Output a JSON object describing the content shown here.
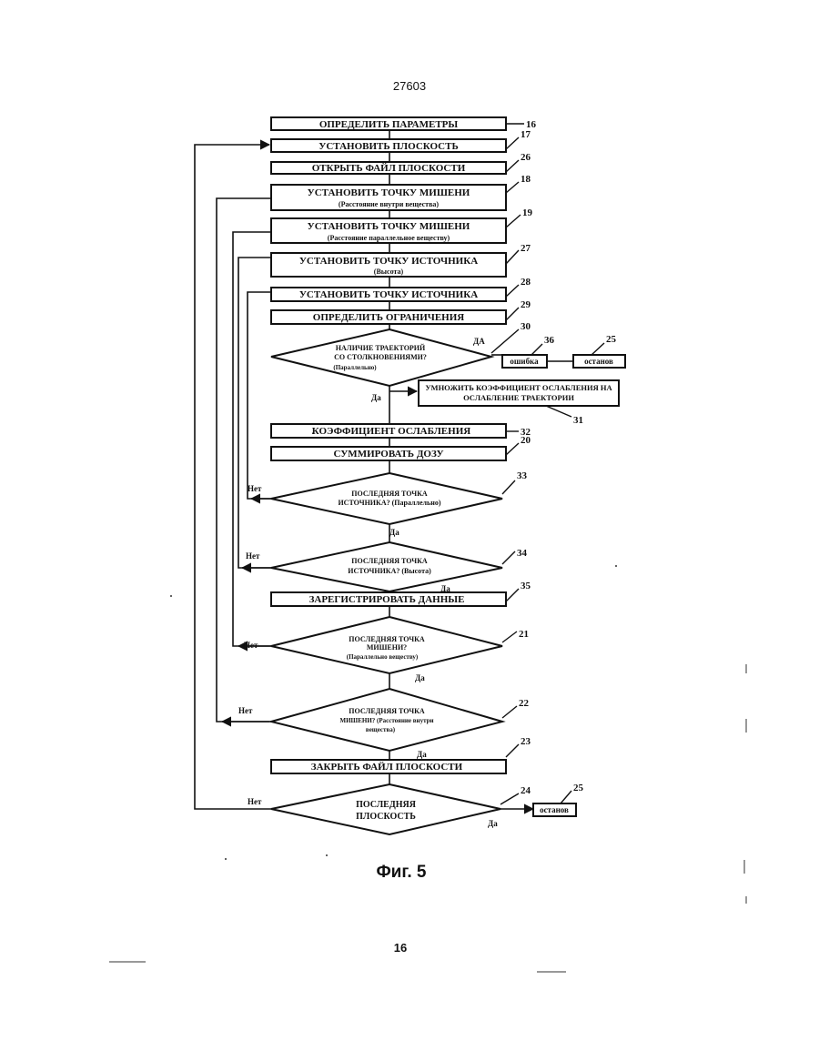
{
  "page": {
    "doc_number": "27603",
    "page_number": "16",
    "caption": "Фиг. 5"
  },
  "steps": {
    "s16": {
      "text": "ОПРЕДЕЛИТЬ ПАРАМЕТРЫ",
      "ref": "16"
    },
    "s17": {
      "text": "УСТАНОВИТЬ ПЛОСКОСТЬ",
      "ref": "17"
    },
    "s26": {
      "text": "ОТКРЫТЬ ФАЙЛ ПЛОСКОСТИ",
      "ref": "26"
    },
    "s18": {
      "text": "УСТАНОВИТЬ ТОЧКУ МИШЕНИ",
      "sub": "(Расстояние внутри вещества)",
      "ref": "18"
    },
    "s19": {
      "text": "УСТАНОВИТЬ ТОЧКУ МИШЕНИ",
      "sub": "(Расстояние параллельное веществу)",
      "ref": "19"
    },
    "s27": {
      "text": "УСТАНОВИТЬ ТОЧКУ ИСТОЧНИКА",
      "sub": "(Высота)",
      "ref": "27"
    },
    "s28": {
      "text": "УСТАНОВИТЬ ТОЧКУ ИСТОЧНИКА",
      "ref": "28"
    },
    "s29": {
      "text": "ОПРЕДЕЛИТЬ ОГРАНИЧЕНИЯ",
      "ref": "29"
    },
    "s31": {
      "line1": "УМНОЖИТЬ КОЭФФИЦИЕНТ ОСЛАБЛЕНИЯ НА",
      "line2": "ОСЛАБЛЕНИЕ ТРАЕКТОРИИ",
      "ref": "31"
    },
    "s32": {
      "text": "КОЭФФИЦИЕНТ ОСЛАБЛЕНИЯ",
      "ref": "32"
    },
    "s20": {
      "text": "СУММИРОВАТЬ ДОЗУ",
      "ref": "20"
    },
    "s35": {
      "text": "ЗАРЕГИСТРИРОВАТЬ ДАННЫЕ",
      "ref": "35"
    },
    "s23": {
      "text": "ЗАКРЫТЬ ФАЙЛ ПЛОСКОСТИ",
      "ref": "23"
    },
    "s36": {
      "text": "ошибка",
      "ref": "36"
    },
    "s25a": {
      "text": "останов",
      "ref": "25"
    },
    "s25b": {
      "text": "останов",
      "ref": "25"
    }
  },
  "decisions": {
    "d30": {
      "l1": "НАЛИЧИЕ ТРАЕКТОРИЙ",
      "l2": "СО СТОЛКНОВЕНИЯМИ?",
      "l3": "(Параллельно)",
      "ref": "30",
      "yes": "ДА",
      "no": "Да"
    },
    "d33": {
      "l1": "ПОСЛЕДНЯЯ ТОЧКА",
      "l2": "ИСТОЧНИКА? (Параллельно)",
      "ref": "33",
      "no": "Нет",
      "yes": "Да"
    },
    "d34": {
      "l1": "ПОСЛЕДНЯЯ ТОЧКА",
      "l2": "ИСТОЧНИКА? (Высота)",
      "ref": "34",
      "no": "Нет",
      "yes": "Да"
    },
    "d21": {
      "l1": "ПОСЛЕДНЯЯ ТОЧКА",
      "l2": "МИШЕНИ?",
      "l3": "(Параллельно веществу)",
      "ref": "21",
      "no": "Нет",
      "yes": "Да"
    },
    "d22": {
      "l1": "ПОСЛЕДНЯЯ ТОЧКА",
      "l2": "МИШЕНИ? (Расстояние внутри",
      "l3": "вещества)",
      "ref": "22",
      "no": "Нет",
      "yes": "Да"
    },
    "d24": {
      "l1": "ПОСЛЕДНЯЯ",
      "l2": "ПЛОСКОСТЬ",
      "ref": "24",
      "no": "Нет",
      "yes": "Да"
    }
  }
}
